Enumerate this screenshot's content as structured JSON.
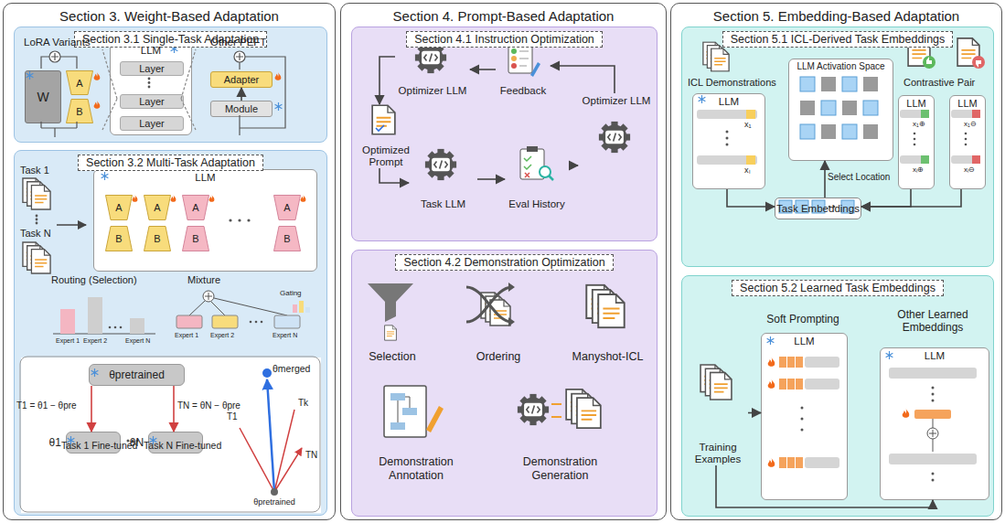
{
  "diagram": {
    "nodes": [
      {
        "text": [
          "Section 3. Weight-Based Adaptation"
        ]
      },
      {
        "text": [
          "Section 3.1 Single-Task Adaptation"
        ],
        "in": 0
      },
      {
        "text": [
          "W"
        ],
        "in": 1
      },
      {
        "text": [
          "A"
        ],
        "in": 1
      },
      {
        "text": [
          "B"
        ],
        "in": 1
      },
      {
        "text": [
          "LLM"
        ],
        "in": 1
      },
      {
        "text": [
          "Layer"
        ],
        "in": 5
      },
      {
        "text": [
          "Layer"
        ],
        "in": 5
      },
      {
        "text": [
          "Layer"
        ],
        "in": 5
      },
      {
        "text": [
          "Adapter"
        ],
        "in": 1
      },
      {
        "text": [
          "Module"
        ],
        "in": 1
      },
      {
        "text": [
          "Section 3.2 Multi-Task Adaptation"
        ],
        "in": 0
      },
      {
        "text": [
          "LLM"
        ],
        "in": 11
      },
      {
        "text": [
          "A"
        ],
        "in": 12
      },
      {
        "text": [
          "B"
        ],
        "in": 12
      },
      {
        "text": [
          "A"
        ],
        "in": 12
      },
      {
        "text": [
          "B"
        ],
        "in": 12
      },
      {
        "text": [
          "A"
        ],
        "in": 12
      },
      {
        "text": [
          "B"
        ],
        "in": 12
      },
      {
        "text": [
          "A"
        ],
        "in": 12
      },
      {
        "text": [
          "B"
        ],
        "in": 12
      },
      {
        "text": [
          "θpretrained"
        ],
        "in": 11
      },
      {
        "text": [
          "θ1",
          "Task 1 Fine-tuned"
        ],
        "in": 11
      },
      {
        "text": [
          "θN",
          "Task N Fine-tuned"
        ],
        "in": 11
      },
      {
        "text": [
          "Section 4. Prompt-Based Adaptation"
        ]
      },
      {
        "text": [
          "Section 4.1 Instruction Optimization"
        ],
        "in": 24
      },
      {
        "text": [
          "Optimizer LLM"
        ],
        "in": 25
      },
      {
        "text": [
          "Feedback"
        ],
        "in": 25
      },
      {
        "text": [
          "Optimized Prompt"
        ],
        "in": 25
      },
      {
        "text": [
          "Task LLM"
        ],
        "in": 25
      },
      {
        "text": [
          "Eval History"
        ],
        "in": 25
      },
      {
        "text": [
          "Optimizer LLM"
        ],
        "in": 25
      },
      {
        "text": [
          "Section 4.2 Demonstration Optimization"
        ],
        "in": 24
      },
      {
        "text": [
          "Selection"
        ],
        "in": 32
      },
      {
        "text": [
          "Ordering"
        ],
        "in": 32
      },
      {
        "text": [
          "Manyshot-ICL"
        ],
        "in": 32
      },
      {
        "text": [
          "Demonstration Annotation"
        ],
        "in": 32
      },
      {
        "text": [
          "Demonstration Generation"
        ],
        "in": 32
      },
      {
        "text": [
          "Section 5. Embedding-Based Adaptation"
        ]
      },
      {
        "text": [
          "Section 5.1 ICL-Derived Task Embeddings"
        ],
        "in": 38
      },
      {
        "text": [
          "LLM"
        ],
        "in": 39
      },
      {
        "text": [
          "LLM Activation Space"
        ],
        "in": 39
      },
      {
        "text": [
          "LLM"
        ],
        "in": 39
      },
      {
        "text": [
          "LLM"
        ],
        "in": 39
      },
      {
        "text": [
          "Task Embeddings"
        ],
        "in": 39
      },
      {
        "text": [
          "Section 5.2 Learned Task Embeddings"
        ],
        "in": 38
      },
      {
        "text": [
          "Training Examples"
        ],
        "in": 45
      },
      {
        "text": [
          "LLM"
        ],
        "in": 45
      },
      {
        "text": [
          "LLM"
        ],
        "in": 45
      }
    ],
    "edges": [
      {
        "from": 10,
        "to": 9,
        "arrow": "to"
      },
      {
        "from": 21,
        "to": 22,
        "arrow": "to"
      },
      {
        "from": 21,
        "to": 23,
        "arrow": "to"
      },
      {
        "from": 27,
        "to": 26,
        "arrow": "to"
      },
      {
        "from": 26,
        "to": 28,
        "arrow": "to"
      },
      {
        "from": 28,
        "to": 29,
        "arrow": "to"
      },
      {
        "from": 29,
        "to": 30,
        "arrow": "to"
      },
      {
        "from": 30,
        "to": 31,
        "arrow": "to"
      },
      {
        "from": 31,
        "to": 27,
        "arrow": "to"
      },
      {
        "from": 40,
        "to": 44,
        "arrow": "to"
      },
      {
        "from": 42,
        "to": 44,
        "arrow": "to"
      },
      {
        "from": 43,
        "to": 44,
        "arrow": "to"
      },
      {
        "from": 44,
        "to": 41,
        "arrow": "to"
      },
      {
        "from": 46,
        "to": 47,
        "arrow": "to"
      },
      {
        "from": 46,
        "to": 48,
        "arrow": "to"
      }
    ],
    "labels": [
      "LoRA Variants",
      "Other PEFT",
      "Task 1",
      "Task N",
      "Routing (Selection)",
      "Mixture",
      "Gating",
      "Expert 1",
      "Expert 2",
      "Expert N",
      "Expert 1",
      "Expert 2",
      "Expert N",
      "T1 = θ1 − θpre",
      "TN = θN − θpre",
      "θmerged",
      "T1",
      "Tk",
      "TN",
      "θpretrained",
      "ICL Demonstrations",
      "x₁",
      "xₗ",
      "Contrastive Pair",
      "x₁⊕",
      "xₗ⊕",
      "x₁⊖",
      "xₗ⊖",
      "Select Location",
      "Soft Prompting",
      "Other Learned Embeddings"
    ]
  }
}
